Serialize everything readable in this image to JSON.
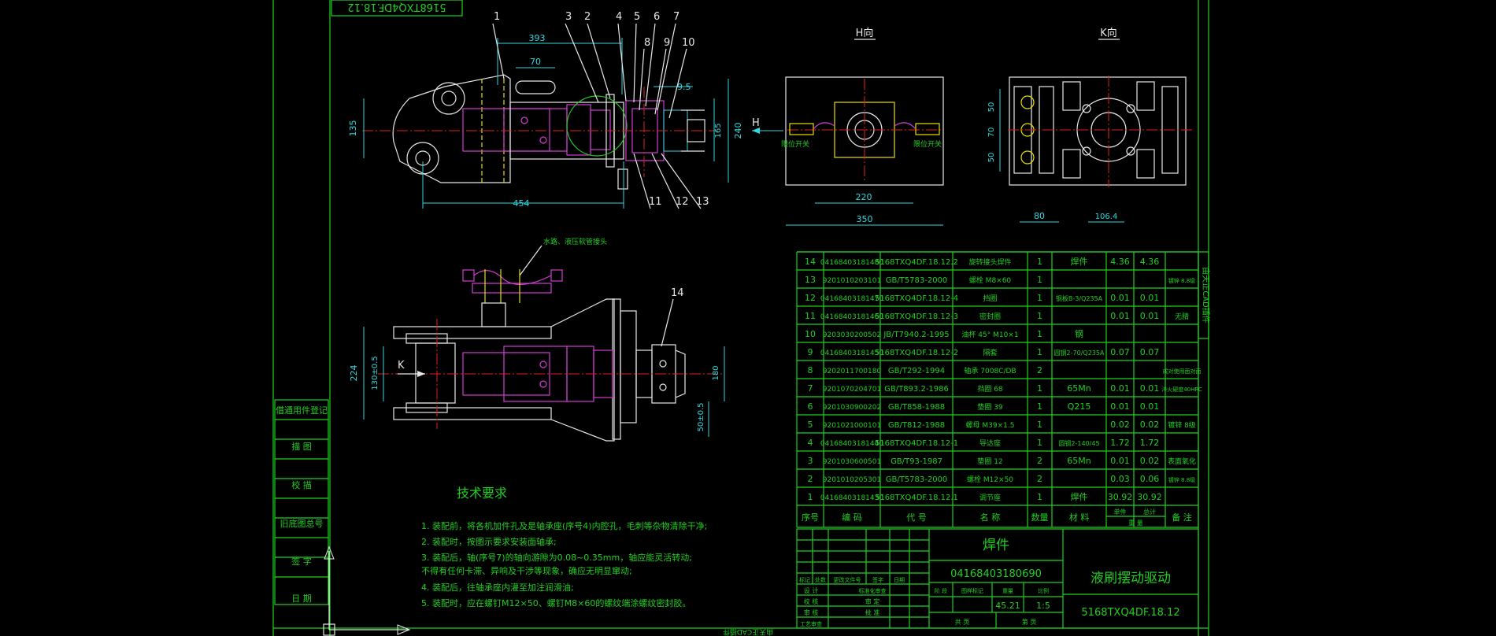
{
  "top_label": "5168TXQ4DF.18.12",
  "views": {
    "h": "H向",
    "k": "K向",
    "h_arrow": "H",
    "k_arrow": "K"
  },
  "side_labels": [
    {
      "key": "s1",
      "text": "借通用件登记"
    },
    {
      "key": "s2",
      "text": "描 图"
    },
    {
      "key": "s3",
      "text": "校 描"
    },
    {
      "key": "s4",
      "text": "旧底图总号"
    },
    {
      "key": "s5",
      "text": "签 字"
    },
    {
      "key": "s6",
      "text": "日 期"
    }
  ],
  "balloons": [
    "1",
    "3",
    "2",
    "4",
    "5",
    "6",
    "7",
    "8",
    "9",
    "10",
    "11",
    "12",
    "13",
    "14"
  ],
  "dims": {
    "d393": "393",
    "d70": "70",
    "d95": "9.5",
    "d135": "135",
    "d240": "240",
    "d454": "454",
    "d165": "165",
    "d220": "220",
    "d350": "350",
    "d50a": "50",
    "d70b": "70",
    "d50b": "50",
    "d80": "80",
    "d1064": "106.4",
    "d224": "224",
    "d130": "130±0.5",
    "d180": "180",
    "d50c": "50±0.5"
  },
  "limit_switch": "限位开关",
  "hose_note": "水路、液压软管接头",
  "tech_title": "技术要求",
  "tech_notes": [
    "1. 装配前，将各机加件孔及是轴承座(序号4)内腔孔，毛刺等杂物清除干净;",
    "2. 装配时，按图示要求安装面轴承;",
    "3. 装配后，轴(序号7)的轴向游隙为0.08~0.35mm，轴应能灵活转动;",
    "   不得有任何卡滞、异响及干涉等现象，确应无明显窜动;",
    "4. 装配后，往轴承座内灌至加注润滑油;",
    "5. 装配时，应在螺钉M12×50、螺钉M8×60的螺纹端涂螺纹密封胶。"
  ],
  "bom": [
    [
      "14",
      "04168403181480",
      "5168TXQ4DF.18.12.2",
      "旋转接头焊件",
      "1",
      "焊件",
      "4.36",
      "4.36",
      ""
    ],
    [
      "13",
      "9201010203101",
      "GB/T5783-2000",
      "螺栓 M8×60",
      "1",
      "",
      "",
      "",
      "镀锌 8.8级"
    ],
    [
      "12",
      "04168403181470",
      "5168TXQ4DF.18.12-4",
      "挡圈",
      "1",
      "钢板B-3/Q235A",
      "0.01",
      "0.01",
      ""
    ],
    [
      "11",
      "04168403181460",
      "5168TXQ4DF.18.12-3",
      "密封圈",
      "1",
      "",
      "0.01",
      "0.01",
      "无腈"
    ],
    [
      "10",
      "9203030200502",
      "JB/T7940.2-1995",
      "油杯 45° M10×1",
      "1",
      "钢",
      "",
      "",
      ""
    ],
    [
      "9",
      "04168403181450",
      "5168TXQ4DF.18.12-2",
      "隔套",
      "1",
      "圆钢2-70/Q235A",
      "0.07",
      "0.07",
      ""
    ],
    [
      "8",
      "9202011700180",
      "GB/T292-1994",
      "轴承 7008C/DB",
      "2",
      "",
      "",
      "",
      "成对使用面对面"
    ],
    [
      "7",
      "9201070204701",
      "GB/T893.2-1986",
      "挡圈 68",
      "1",
      "65Mn",
      "0.01",
      "0.01",
      "淬火硬度40HRC"
    ],
    [
      "6",
      "9201030900202",
      "GB/T858-1988",
      "垫圈 39",
      "1",
      "Q215",
      "0.01",
      "0.01",
      ""
    ],
    [
      "5",
      "9201021000101",
      "GB/T812-1988",
      "螺母 M39×1.5",
      "1",
      "",
      "0.02",
      "0.02",
      "镀锌 8级"
    ],
    [
      "4",
      "04168403181440",
      "5168TXQ4DF.18.12-1",
      "导达座",
      "1",
      "圆钢2-140/45",
      "1.72",
      "1.72",
      ""
    ],
    [
      "3",
      "9201030600501",
      "GB/T93-1987",
      "垫圈 12",
      "2",
      "65Mn",
      "0.01",
      "0.02",
      "表面氧化"
    ],
    [
      "2",
      "9201010205301",
      "GB/T5783-2000",
      "螺栓 M12×50",
      "2",
      "",
      "0.03",
      "0.06",
      "镀锌 8.8级"
    ],
    [
      "1",
      "04168403181430",
      "5168TXQ4DF.18.12.1",
      "调节座",
      "1",
      "焊件",
      "30.92",
      "30.92",
      ""
    ]
  ],
  "bom_header": [
    "序号",
    "编 码",
    "代 号",
    "名 称",
    "数量",
    "材 料",
    "单件",
    "总计",
    "备 注"
  ],
  "bom_header_weight": "重 量",
  "title_block": {
    "weld": "焊件",
    "code": "04168403180690",
    "name": "液刷摆动驱动",
    "drawing_no": "5168TXQ4DF.18.12",
    "weight": "45.21",
    "scale": "1:5",
    "sheets": "共 页",
    "sheet": "第 页",
    "rev_cols": [
      "标记",
      "处数",
      "更改文件号",
      "签字",
      "日期"
    ],
    "roles": [
      "设 计",
      "校 核",
      "审 核",
      "工艺审查"
    ],
    "roles2": [
      "标准化审查",
      "审 定",
      "批 准"
    ],
    "stage": [
      "阶 段",
      "图样标记",
      "重量",
      "比例"
    ]
  },
  "right_tab": "由天正CAD插件",
  "bottom_tab": "由天正CAD插件"
}
